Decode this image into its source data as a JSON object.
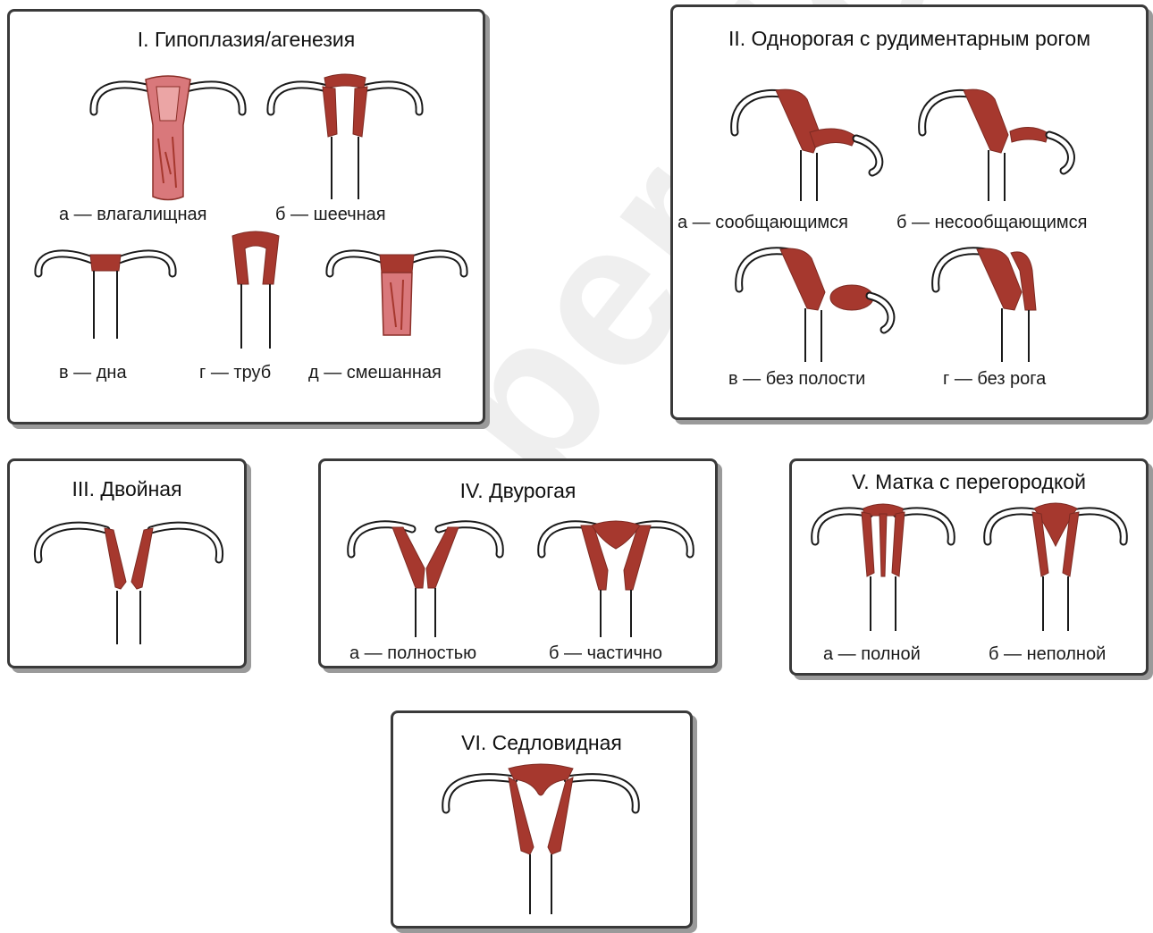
{
  "watermark": "ber-llo.ru",
  "colors": {
    "muscle": "#a6382e",
    "muscle_light": "#d9787b",
    "frame": "#3a3a3a",
    "shadow": "#9a9a9a"
  },
  "panels": [
    {
      "title": "I. Гипоплазия/агенезия",
      "captions": [
        "а — влагалищная",
        "б — шеечная",
        "в — дна",
        "г — труб",
        "д — смешанная"
      ]
    },
    {
      "title": "II. Однорогая с рудиментарным рогом",
      "captions": [
        "а — сообщающимся",
        "б — несообщающимся",
        "в — без полости",
        "г — без рога"
      ]
    },
    {
      "title": "III. Двойная",
      "captions": []
    },
    {
      "title": "IV. Двурогая",
      "captions": [
        "а — полностью",
        "б — частично"
      ]
    },
    {
      "title": "V. Матка с перегородкой",
      "captions": [
        "а — полной",
        "б — неполной"
      ]
    },
    {
      "title": "VI. Седловидная",
      "captions": []
    }
  ]
}
